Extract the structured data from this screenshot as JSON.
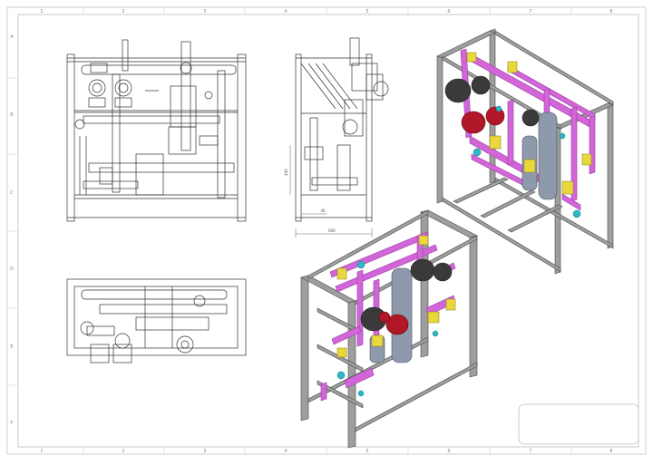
{
  "sheet": {
    "column_labels": [
      "1",
      "2",
      "3",
      "4",
      "5",
      "6",
      "7",
      "8"
    ],
    "row_labels": [
      "A",
      "B",
      "C",
      "D",
      "E",
      "F"
    ]
  },
  "views": {
    "side": {
      "dimensions": {
        "width": "600",
        "left_height": "400",
        "bottom_offset": "40"
      }
    }
  },
  "colors": {
    "pipe_magenta": "#d266d8",
    "pipe_dark": "#9a3aa4",
    "frame_steel": "#9e9e9e",
    "frame_dark": "#4a4a4a",
    "vessel_grey": "#8e9aac",
    "valve_yellow": "#e8d83c",
    "pump_red": "#b0182a",
    "motor_dark": "#3a3a3a",
    "fitting_cyan": "#2cb8c8"
  },
  "title_block": {
    "text": ""
  }
}
